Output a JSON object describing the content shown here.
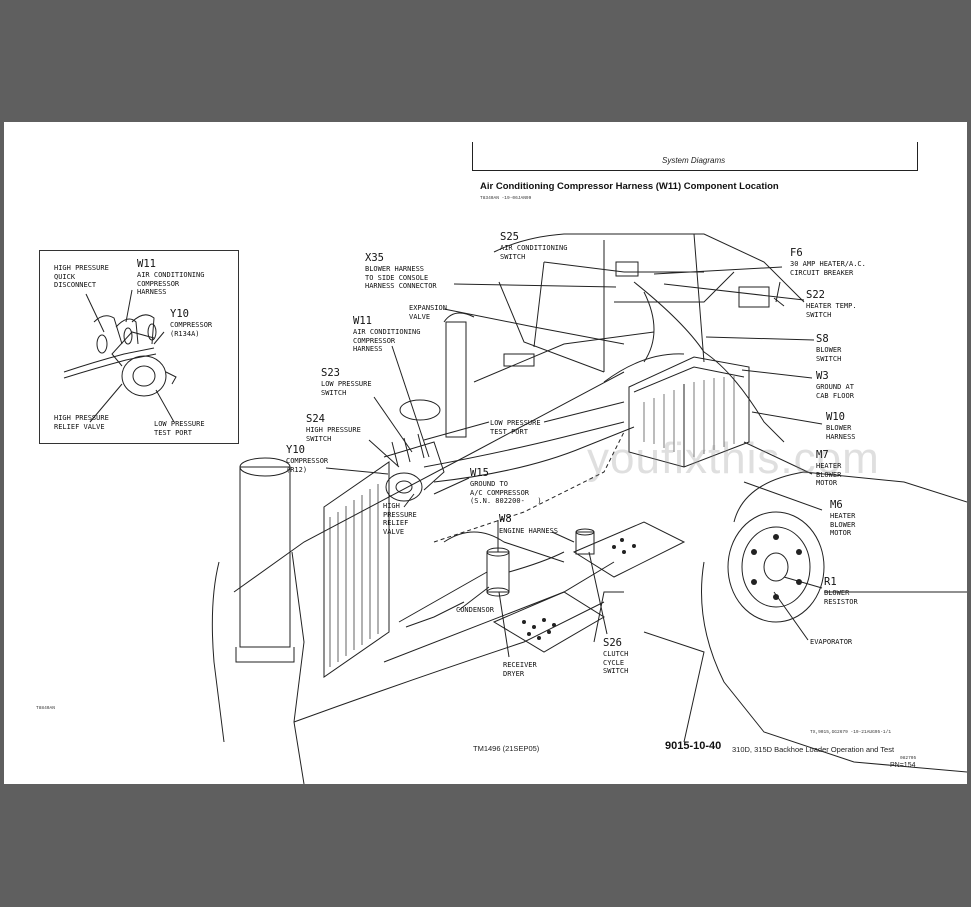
{
  "header": {
    "section": "System Diagrams",
    "title": "Air Conditioning Compressor Harness (W11) Component Location",
    "code": "T8340AN   -19-06JAN99"
  },
  "inset": {
    "high_pressure_quick_disconnect": "HIGH PRESSURE\nQUICK\nDISCONNECT",
    "w11_id": "W11",
    "w11_desc": "AIR CONDITIONING\nCOMPRESSOR\nHARNESS",
    "y10_id": "Y10",
    "y10_desc": "COMPRESSOR\n(R134A)",
    "high_pressure_relief": "HIGH PRESSURE\nRELIEF VALVE",
    "low_pressure_test": "LOW PRESSURE\nTEST PORT"
  },
  "labels": {
    "s25_id": "S25",
    "s25_desc": "AIR CONDITIONING\nSWITCH",
    "x35_id": "X35",
    "x35_desc": "BLOWER HARNESS\nTO SIDE CONSOLE\nHARNESS CONNECTOR",
    "f6_id": "F6",
    "f6_desc": "30 AMP HEATER/A.C.\nCIRCUIT BREAKER",
    "s22_id": "S22",
    "s22_desc": "HEATER TEMP.\nSWITCH",
    "expansion_valve": "EXPANSION\nVALVE",
    "w11_id": "W11",
    "w11_desc": "AIR CONDITIONING\nCOMPRESSOR\nHARNESS",
    "s8_id": "S8",
    "s8_desc": "BLOWER\nSWITCH",
    "w3_id": "W3",
    "w3_desc": "GROUND AT\nCAB FLOOR",
    "s23_id": "S23",
    "s23_desc": "LOW PRESSURE\nSWITCH",
    "w10_id": "W10",
    "w10_desc": "BLOWER\nHARNESS",
    "low_pressure_test_port": "LOW PRESSURE\nTEST PORT",
    "s24_id": "S24",
    "s24_desc": "HIGH PRESSURE\nSWITCH",
    "m7_id": "M7",
    "m7_desc": "HEATER\nBLOWER\nMOTOR",
    "y10_id": "Y10",
    "y10_desc": "COMPRESSOR\n(R12)",
    "w15_id": "W15",
    "w15_desc": "GROUND TO\nA/C COMPRESSOR\n(S.N. 802200-   )",
    "m6_id": "M6",
    "m6_desc": "HEATER\nBLOWER\nMOTOR",
    "high_pressure_relief_valve": "HIGH\nPRESSURE\nRELIEF\nVALVE",
    "w8_id": "W8",
    "w8_desc": "ENGINE HARNESS",
    "r1_id": "R1",
    "r1_desc": "BLOWER\nRESISTOR",
    "condensor": "CONDENSOR",
    "evaporator": "EVAPORATOR",
    "s26_id": "S26",
    "s26_desc": "CLUTCH\nCYCLE\nSWITCH",
    "receiver_dryer": "RECEIVER\nDRYER"
  },
  "footer": {
    "art_code": "T8840AN",
    "ref_code": "TX,9015,GG2679   -19-21AUG95-1/1",
    "manual": "TM1496 (21SEP05)",
    "page": "9015-10-40",
    "subtitle": "310D, 315D Backhoe Loader Operation and Test",
    "date_code": "082705",
    "pn": "PN=154"
  },
  "watermark": "youfixthis.com"
}
